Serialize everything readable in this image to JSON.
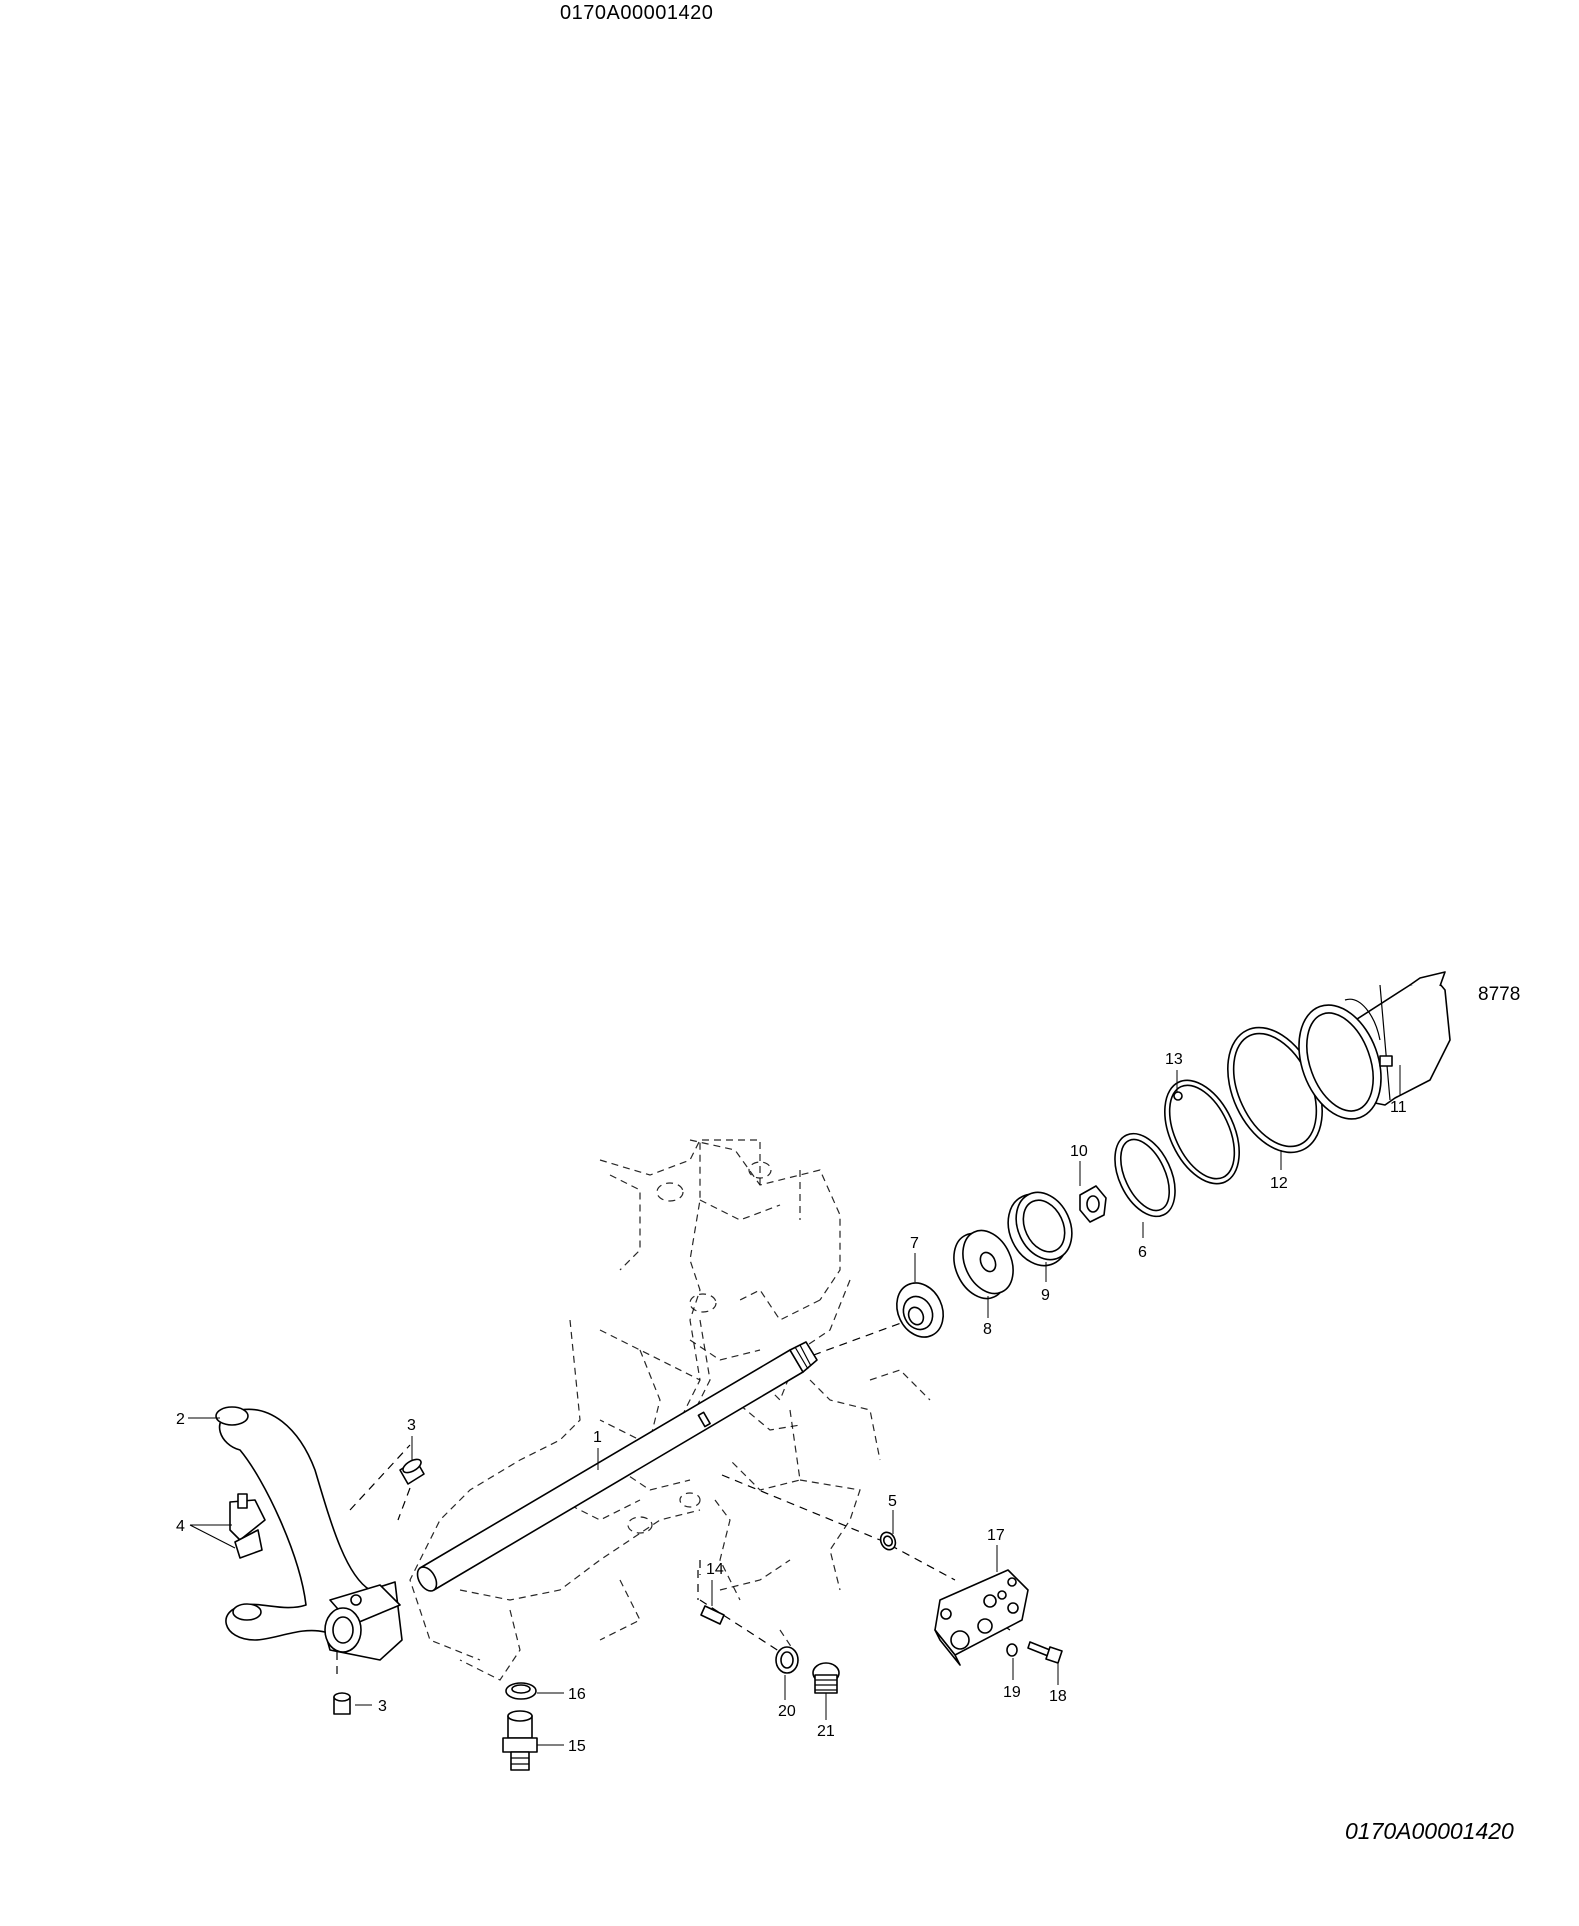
{
  "drawing_code_top": "0170A00001420",
  "drawing_code_bottom": "0170A00001420",
  "reference_code": "8778",
  "callouts": {
    "c1": "1",
    "c2": "2",
    "c3a": "3",
    "c3b": "3",
    "c4": "4",
    "c5": "5",
    "c6": "6",
    "c7": "7",
    "c8": "8",
    "c9": "9",
    "c10": "10",
    "c11": "11",
    "c12": "12",
    "c13": "13",
    "c14": "14",
    "c15": "15",
    "c16": "16",
    "c17": "17",
    "c18": "18",
    "c19": "19",
    "c20": "20",
    "c21": "21"
  }
}
